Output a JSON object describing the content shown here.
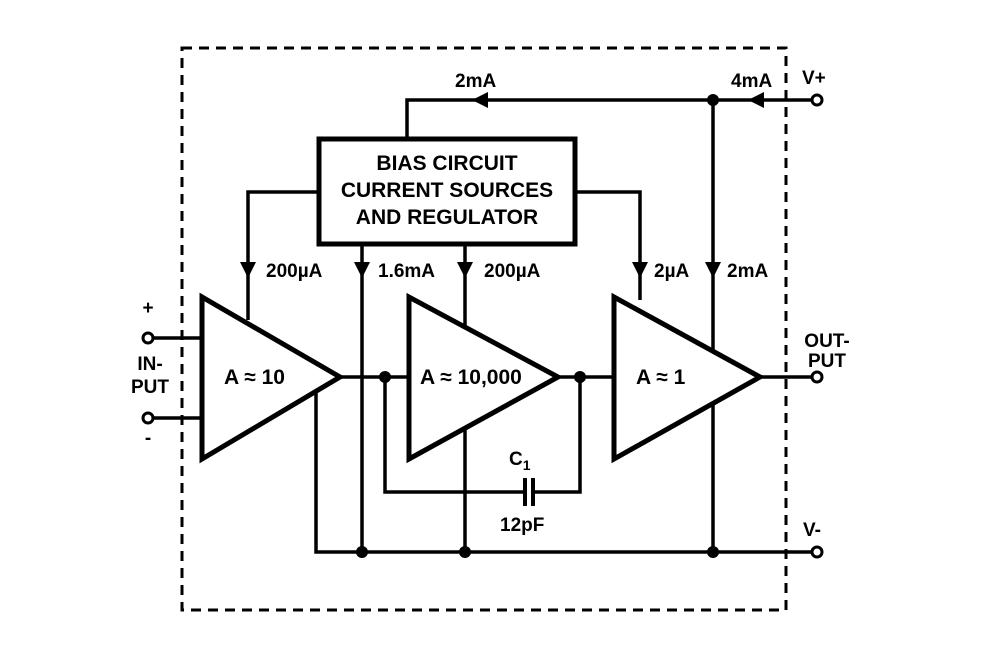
{
  "bias_block": {
    "lines": [
      "BIAS CIRCUIT",
      "CURRENT SOURCES",
      "AND REGULATOR"
    ]
  },
  "stages": [
    {
      "gain_label": "A ≈ 10"
    },
    {
      "gain_label": "A ≈ 10,000"
    },
    {
      "gain_label": "A ≈ 1"
    }
  ],
  "currents": {
    "top_left": "2mA",
    "top_right": "4mA",
    "stage1_bias": "200µA",
    "ground_bias": "1.6mA",
    "stage2_bias": "200µA",
    "stage3_bias": "2µA",
    "output_bias": "2mA"
  },
  "capacitor": {
    "name": "C",
    "subscript": "1",
    "value": "12pF"
  },
  "terminals": {
    "vplus": "V+",
    "vminus": "V-",
    "input_plus": "+",
    "input_minus": "-",
    "input_line1": "IN-",
    "input_line2": "PUT",
    "output_line1": "OUT-",
    "output_line2": "PUT"
  }
}
